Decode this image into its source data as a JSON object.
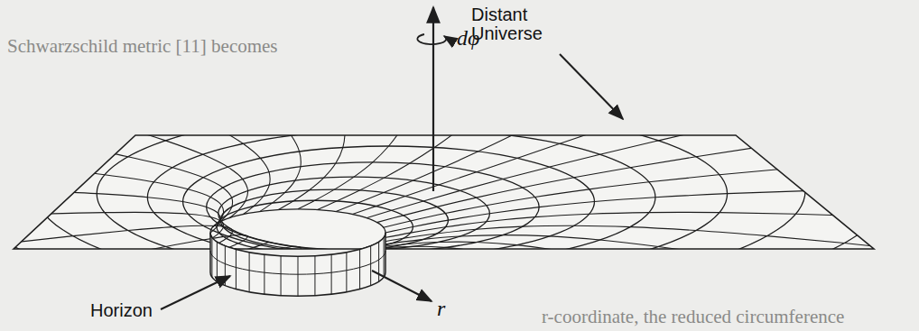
{
  "diagram": {
    "labels": [
      "Distant Universe",
      "dφ",
      "Horizon",
      "r",
      "Schwarzschild metric [11] becomes",
      "r-coordinate, the reduced circumference"
    ]
  }
}
